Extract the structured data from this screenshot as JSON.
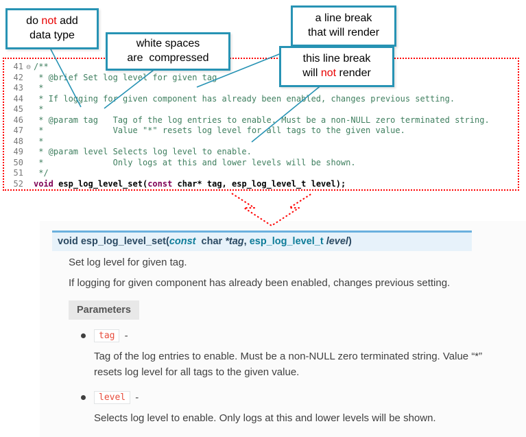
{
  "callouts": {
    "c1": {
      "line1_pre": "do ",
      "line1_not": "not",
      "line1_post": " add",
      "line2": "data type"
    },
    "c2": {
      "line1": "white spaces",
      "line2": "are  compressed"
    },
    "c3": {
      "line1": "a line break",
      "line2": "that will render"
    },
    "c4": {
      "line1": "this line break",
      "line2_pre": "will ",
      "line2_not": "not",
      "line2_post": " render"
    }
  },
  "editor": {
    "lines": [
      {
        "num": "41",
        "fold": "⊖",
        "text": "/**"
      },
      {
        "num": "42",
        "text": " * @brief Set log level for given tag"
      },
      {
        "num": "43",
        "text": " *"
      },
      {
        "num": "44",
        "text": " * If logging for given component has already been enabled, changes previous setting."
      },
      {
        "num": "45",
        "text": " *"
      },
      {
        "num": "46",
        "text": " * @param tag   Tag of the log entries to enable. Must be a non-NULL zero terminated string."
      },
      {
        "num": "47",
        "text": " *              Value \"*\" resets log level for all tags to the given value."
      },
      {
        "num": "48",
        "text": " *"
      },
      {
        "num": "49",
        "text": " * @param level Selects log level to enable."
      },
      {
        "num": "50",
        "text": " *              Only logs at this and lower levels will be shown."
      },
      {
        "num": "51",
        "text": " */"
      },
      {
        "num": "52",
        "segments": [
          {
            "t": "void"
          },
          {
            "t": " esp_log_level_set("
          },
          {
            "t": "const"
          },
          {
            "t": " char* tag, esp_log_level_t level);"
          }
        ]
      }
    ]
  },
  "doc": {
    "signature": {
      "ret": "void ",
      "name": "esp_log_level_set",
      "open": "(",
      "const_kw": "const",
      "char_type": "  char ",
      "tag_param": "*tag",
      "comma": ", ",
      "type2": "esp_log_level_t",
      "level_param": " level",
      "close": ")"
    },
    "p1": "Set log level for given tag.",
    "p2": "If logging for given component has already been enabled, changes previous setting.",
    "parameters_label": "Parameters",
    "params": [
      {
        "name": "tag",
        "dash": " -",
        "desc": "Tag of the log entries to enable. Must be a non-NULL zero terminated string. Value “*” resets log level for all tags to the given value."
      },
      {
        "name": "level",
        "dash": " -",
        "desc": "Selects log level to enable. Only logs at this and lower levels will be shown."
      }
    ]
  },
  "colors": {
    "callout_border": "#2793b4",
    "annotation_red": "#e80000",
    "dotted_border_red": "#ff0000",
    "comment_green": "#3f7f5f",
    "keyword_purple": "#7f0055",
    "line_number_gray": "#787878",
    "signature_bg": "#e7f2fa",
    "signature_border": "#6ab0de",
    "param_chip_red": "#e74c3c",
    "doc_text": "#404040"
  }
}
